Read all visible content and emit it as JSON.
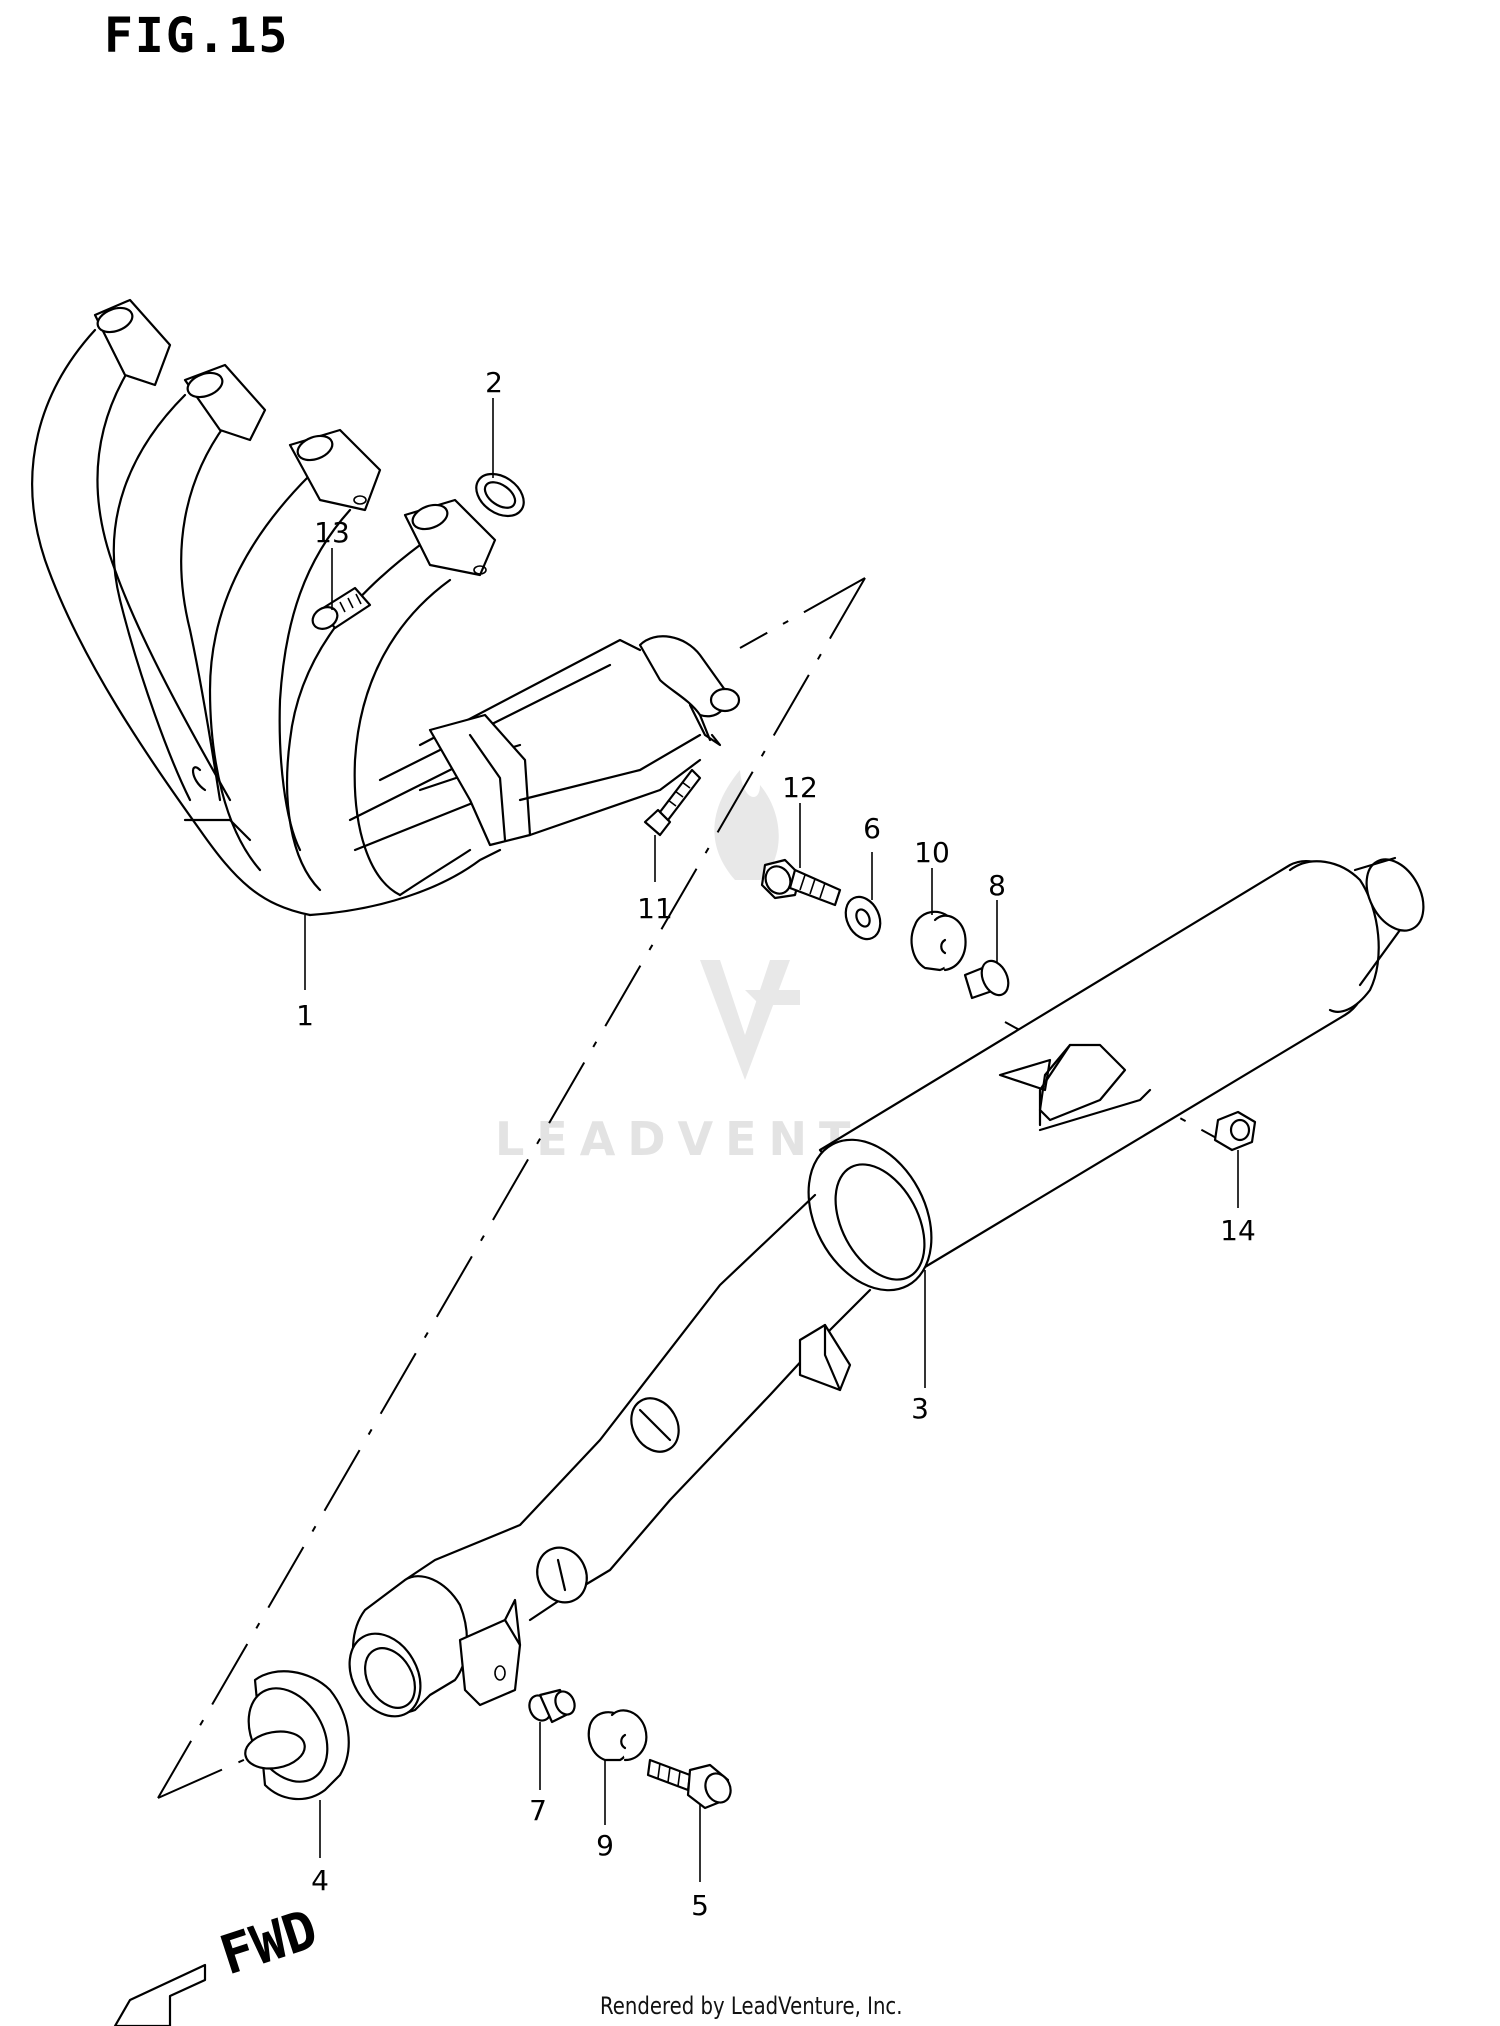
{
  "figure_title": "FIG.15",
  "credit": "Rendered by LeadVenture, Inc.",
  "watermark": "LEADVENTURE",
  "direction_label": "FWD",
  "callouts": [
    {
      "id": "1",
      "label": "1"
    },
    {
      "id": "2",
      "label": "2"
    },
    {
      "id": "3",
      "label": "3"
    },
    {
      "id": "4",
      "label": "4"
    },
    {
      "id": "5",
      "label": "5"
    },
    {
      "id": "6",
      "label": "6"
    },
    {
      "id": "7",
      "label": "7"
    },
    {
      "id": "8",
      "label": "8"
    },
    {
      "id": "9",
      "label": "9"
    },
    {
      "id": "10",
      "label": "10"
    },
    {
      "id": "11",
      "label": "11"
    },
    {
      "id": "12",
      "label": "12"
    },
    {
      "id": "13",
      "label": "13"
    },
    {
      "id": "14",
      "label": "14"
    }
  ]
}
